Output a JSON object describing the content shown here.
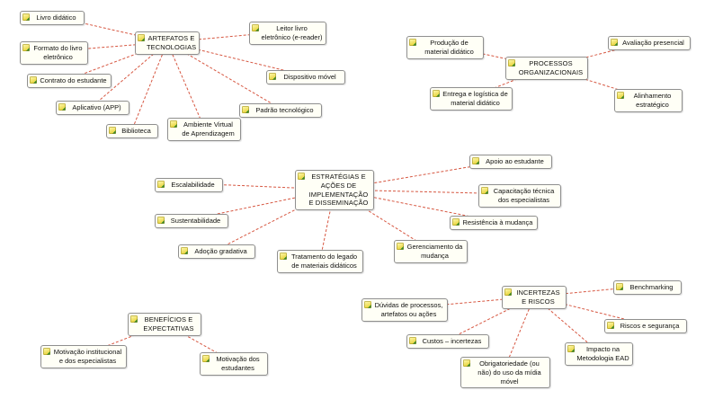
{
  "colors": {
    "link": "#d03b22",
    "node_border": "#8f8f8f",
    "node_bg": "#fffff6",
    "icon_yellow": "#e8d53f",
    "icon_green": "#2e8b2e"
  },
  "clusters": [
    {
      "hub": "ARTEFATOS E TECNOLOGIAS",
      "leaves": [
        "Livro didático",
        "Leitor livro eletrônico (e-reader)",
        "Formato do livro eletrônico",
        "Contrato do estudante",
        "Dispositivo móvel",
        "Aplicativo (APP)",
        "Padrão tecnológico",
        "Biblioteca",
        "Ambiente Virtual de Aprendizagem"
      ]
    },
    {
      "hub": "PROCESSOS ORGANIZACIONAIS",
      "leaves": [
        "Produção de material didático",
        "Avaliação presencial",
        "Entrega e logística de material didático",
        "Alinhamento estratégico"
      ]
    },
    {
      "hub": "ESTRATÉGIAS E AÇÕES DE IMPLEMENTAÇÃO E DISSEMINAÇÃO",
      "leaves": [
        "Escalabilidade",
        "Apoio ao estudante",
        "Capacitação técnica dos especialistas",
        "Sustentabilidade",
        "Resistência à mudança",
        "Adoção gradativa",
        "Gerenciamento da mudança",
        "Tratamento do legado de materiais didáticos"
      ]
    },
    {
      "hub": "BENEFÍCIOS E EXPECTATIVAS",
      "leaves": [
        "Motivação institucional e dos especialistas",
        "Motivação dos estudantes"
      ]
    },
    {
      "hub": "INCERTEZAS E RISCOS",
      "leaves": [
        "Dúvidas de processos, artefatos ou ações",
        "Benchmarking",
        "Custos – incertezas",
        "Riscos e segurança",
        "Obrigatoriedade (ou não) do uso da mídia móvel",
        "Impacto na Metodologia EAD"
      ]
    }
  ]
}
